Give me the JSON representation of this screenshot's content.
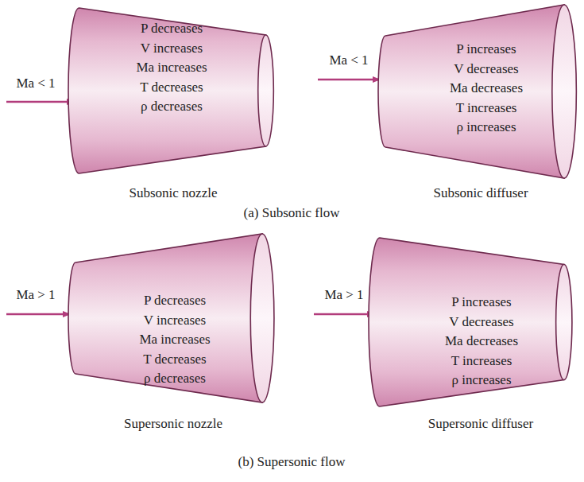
{
  "diagram": {
    "nodes": [
      {
        "text": [
          "P decreases",
          "V increases",
          "Ma increases",
          "T decreases",
          "ρ decreases"
        ]
      },
      {
        "text": [
          "P increases",
          "V decreases",
          "Ma decreases",
          "T increases",
          "ρ increases"
        ]
      },
      {
        "text": [
          "P decreases",
          "V increases",
          "Ma increases",
          "T decreases",
          "ρ decreases"
        ]
      },
      {
        "text": [
          "P increases",
          "V decreases",
          "Ma decreases",
          "T increases",
          "ρ increases"
        ]
      }
    ],
    "edges": [],
    "labels": [
      "Ma < 1",
      "Subsonic nozzle",
      "Ma < 1",
      "Subsonic diffuser",
      "(a) Subsonic flow",
      "Ma > 1",
      "Supersonic nozzle",
      "Ma > 1",
      "Supersonic diffuser",
      "(b) Supersonic flow"
    ]
  }
}
